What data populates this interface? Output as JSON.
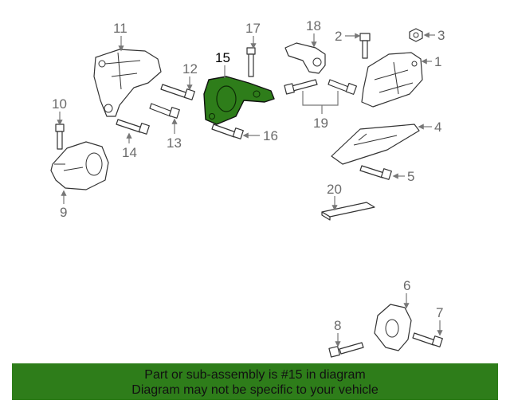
{
  "diagram": {
    "highlight_color": "#2e7d1a",
    "callouts": {
      "c1": "1",
      "c2": "2",
      "c3": "3",
      "c4": "4",
      "c5": "5",
      "c6": "6",
      "c7": "7",
      "c8": "8",
      "c9": "9",
      "c10": "10",
      "c11": "11",
      "c12": "12",
      "c13": "13",
      "c14": "14",
      "c15": "15",
      "c16": "16",
      "c17": "17",
      "c18": "18",
      "c19": "19",
      "c20": "20"
    }
  },
  "banner": {
    "background": "#2e7d1a",
    "line1": "Part or sub-assembly is #15 in diagram",
    "line2": "Diagram may not be specific to your vehicle"
  }
}
